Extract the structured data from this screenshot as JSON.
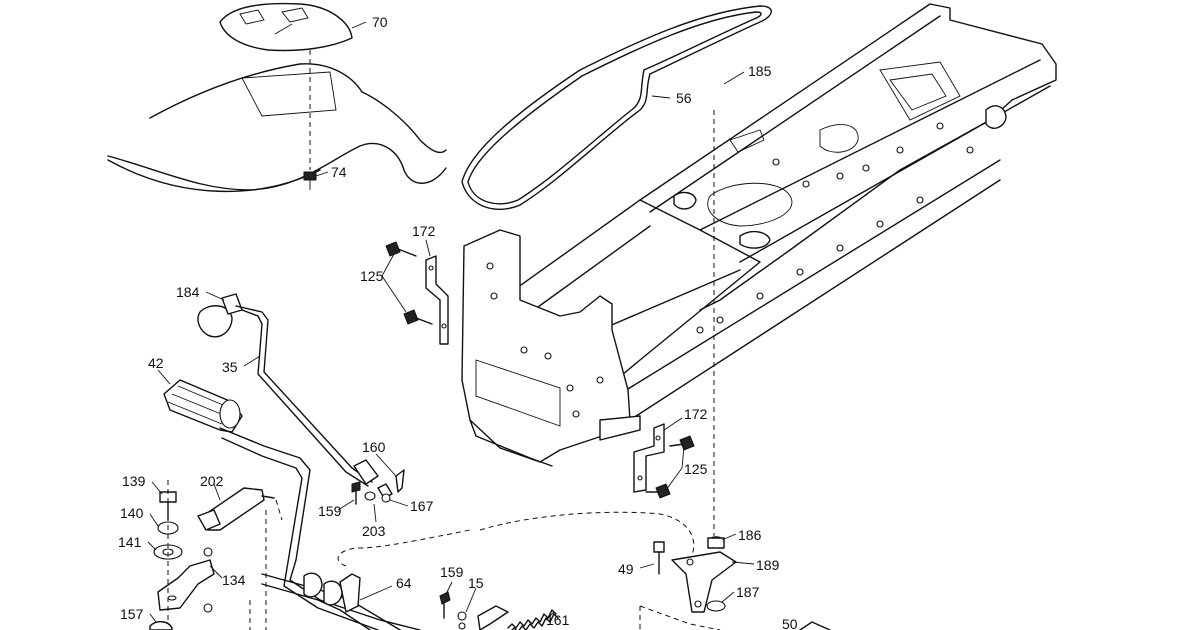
{
  "diagram": {
    "part_labels": [
      "70",
      "74",
      "56",
      "185",
      "172",
      "125",
      "184",
      "35",
      "42",
      "160",
      "159",
      "167",
      "203",
      "139",
      "202",
      "140",
      "141",
      "134",
      "157",
      "64",
      "159",
      "15",
      "161",
      "172",
      "125",
      "186",
      "49",
      "189",
      "187",
      "50"
    ]
  }
}
